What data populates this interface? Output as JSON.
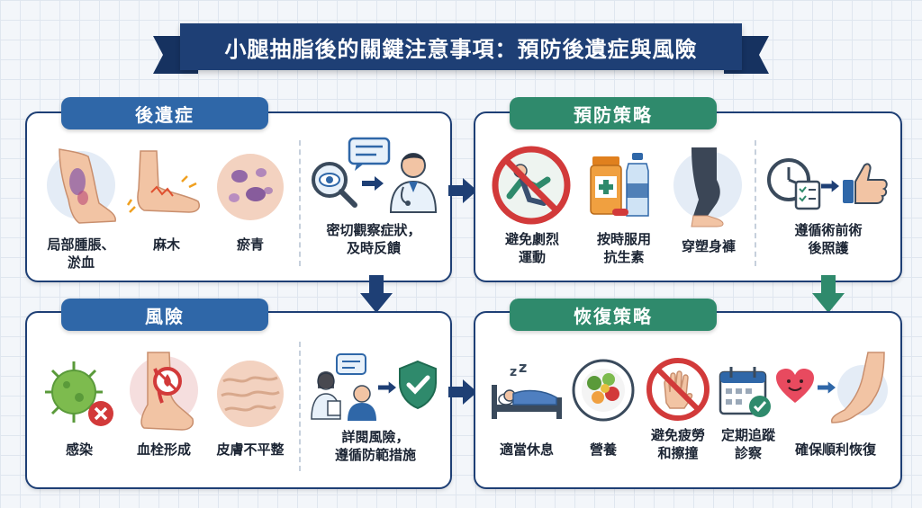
{
  "title": "小腿抽脂後的關鍵注意事項：預防後遺症與風險",
  "panels": {
    "sequelae": {
      "heading": "後遺症",
      "items": [
        "局部腫脹、\n淤血",
        "麻木",
        "瘀青"
      ],
      "action": "密切觀察症狀，\n及時反饋"
    },
    "prevention": {
      "heading": "預防策略",
      "items": [
        "避免劇烈\n運動",
        "按時服用\n抗生素",
        "穿塑身褲"
      ],
      "action": "遵循術前術\n後照護"
    },
    "risks": {
      "heading": "風險",
      "items": [
        "感染",
        "血栓形成",
        "皮膚不平整"
      ],
      "action": "詳閱風險，\n遵循防範措施"
    },
    "recovery": {
      "heading": "恢復策略",
      "items": [
        "適當休息",
        "營養",
        "避免疲勞\n和擦撞",
        "定期追蹤\n診察",
        "確保順利恢復"
      ]
    }
  },
  "colors": {
    "navy": "#1e3f75",
    "blue": "#2f67a8",
    "green": "#2f8a6c",
    "red": "#d23a3a"
  },
  "icons": [
    "swollen-leg-icon",
    "numb-foot-icon",
    "bruise-skin-icon",
    "magnifier-eye-icon",
    "chat-bubble-icon",
    "doctor-icon",
    "no-exercise-icon",
    "medicine-bottle-icon",
    "compression-garment-icon",
    "clock-checklist-icon",
    "thumbs-up-icon",
    "virus-icon",
    "blood-clot-icon",
    "uneven-skin-icon",
    "doctor-consult-icon",
    "shield-check-icon",
    "sleeping-bed-icon",
    "food-plate-icon",
    "no-bump-hand-icon",
    "calendar-check-icon",
    "heart-icon",
    "recovered-leg-icon"
  ]
}
